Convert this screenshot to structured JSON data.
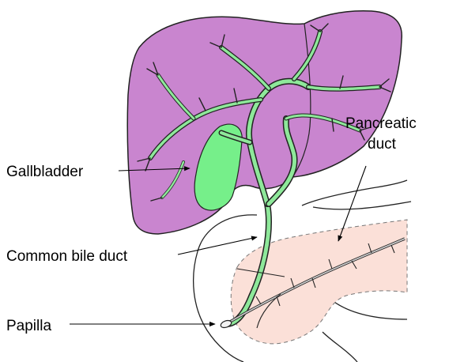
{
  "labels": {
    "gallbladder": "Gallbladder",
    "pancreatic_duct_line1": "Pancreatic",
    "pancreatic_duct_line2": "duct",
    "common_bile_duct": "Common bile duct",
    "papilla": "Papilla"
  },
  "colors": {
    "liver": "#c985cf",
    "gallbladder": "#76ef8a",
    "bile_duct": "#8ee89a",
    "pancreas": "#fbe0d8",
    "outline": "#222222",
    "background": "#ffffff"
  }
}
